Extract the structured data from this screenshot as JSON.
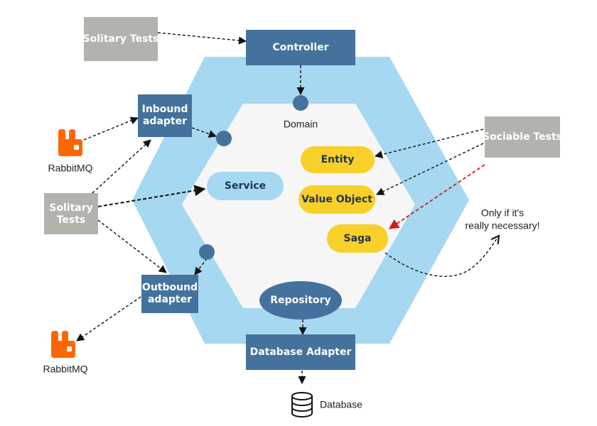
{
  "labels": {
    "solitary_tests_top": "Solitary Tests",
    "controller": "Controller",
    "domain": "Domain",
    "inbound_adapter_line1": "Inbound",
    "inbound_adapter_line2": "adapter",
    "rabbitmq_top": "RabbitMQ",
    "sociable_tests": "Sociable Tests",
    "entity": "Entity",
    "service": "Service",
    "value_object": "Value Object",
    "solitary_tests_left_line1": "Solitary",
    "solitary_tests_left_line2": "Tests",
    "saga": "Saga",
    "note_line1": "Only if it's",
    "note_line2": "really necessary!",
    "outbound_adapter_line1": "Outbound",
    "outbound_adapter_line2": "adapter",
    "repository": "Repository",
    "rabbitmq_bottom": "RabbitMQ",
    "database_adapter": "Database Adapter",
    "database": "Database"
  },
  "icons": {
    "rabbitmq": "rabbitmq-logo-icon",
    "database": "database-cylinder-icon"
  },
  "colors": {
    "hexagon_outer": "#a6d8f1",
    "hexagon_inner": "#f6f6f6",
    "adapter_box": "#44729d",
    "test_box": "#b1b3ac",
    "domain_pill": "#f9cf2a",
    "service_pill": "#a6d8f1",
    "rabbitmq": "#ff6600",
    "warning_arrow": "#d21c1c"
  }
}
